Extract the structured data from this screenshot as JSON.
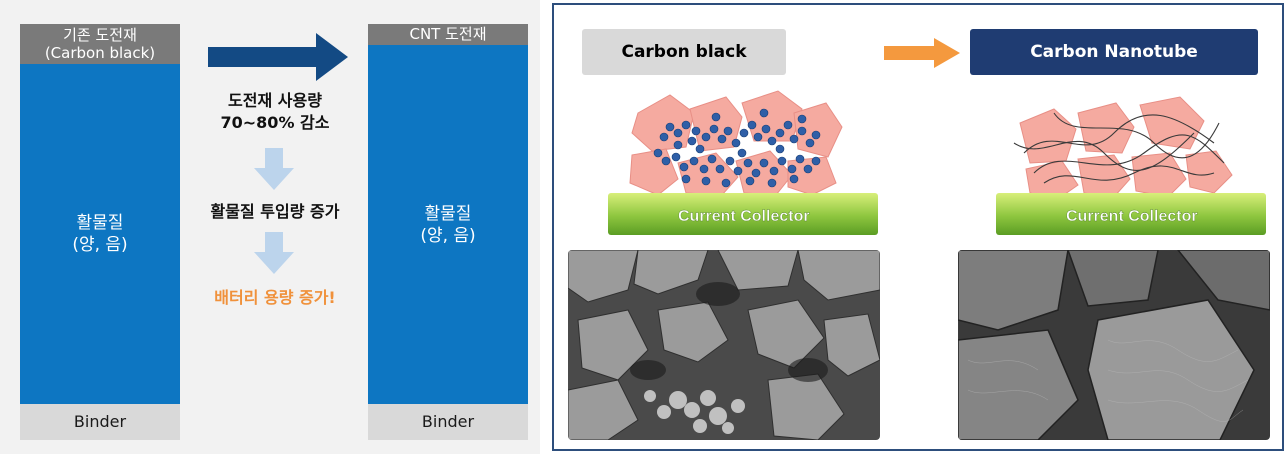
{
  "left": {
    "conventional": {
      "caption_line1": "기존 도전재",
      "caption_line2": "(Carbon black)",
      "active_line1": "활물질",
      "active_line2": "(양, 음)",
      "binder": "Binder"
    },
    "cnt": {
      "caption": "CNT 도전재",
      "active_line1": "활물질",
      "active_line2": "(양, 음)",
      "binder": "Binder"
    },
    "steps": {
      "step1_line1": "도전재 사용량",
      "step1_line2": "70~80% 감소",
      "step2": "활물질 투입량 증가",
      "step3": "배터리 용량 증가!"
    },
    "colors": {
      "active": "#0d76c2",
      "caption": "#7a7a7a",
      "binder": "#d9d9d9",
      "accent": "#f0913b",
      "arrow": "#134a84"
    }
  },
  "right": {
    "label_left": "Carbon black",
    "label_right": "Carbon Nanotube",
    "collector_left": "Current Collector",
    "collector_right": "Current Collector",
    "colors": {
      "border": "#2d4e7c",
      "cnt_label": "#1f3c72",
      "arrow": "#f4993e",
      "particle": "#f4a9a0",
      "collector": "#8bc34a"
    }
  }
}
